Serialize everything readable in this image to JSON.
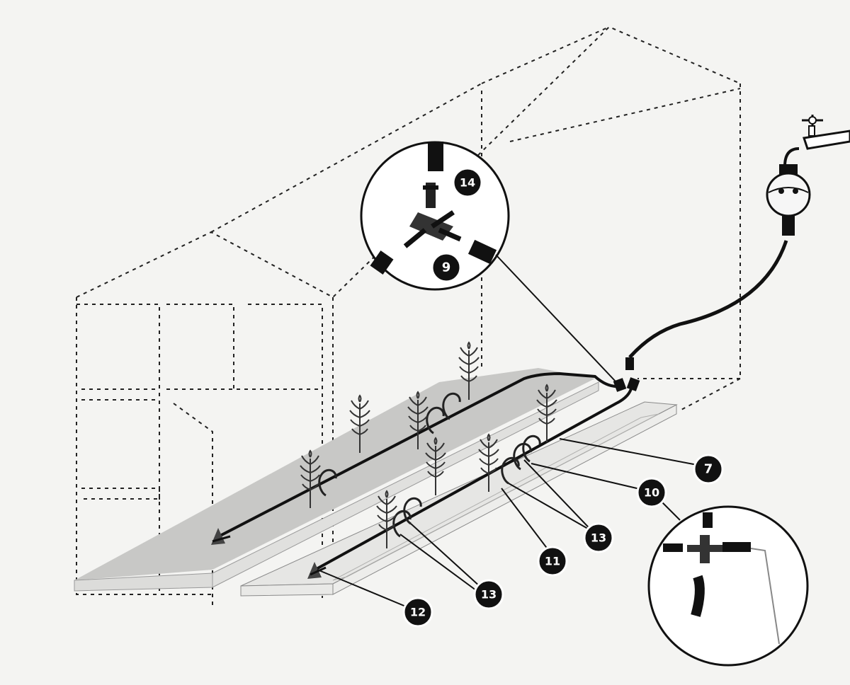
{
  "callouts": {
    "c7": "7",
    "c9": "9",
    "c10": "10",
    "c11": "11",
    "c12": "12",
    "c13a": "13",
    "c13b": "13",
    "c14": "14"
  }
}
